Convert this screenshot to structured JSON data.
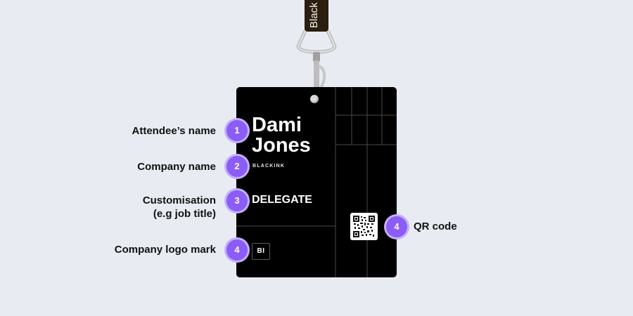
{
  "lanyard": {
    "text": "Black"
  },
  "badge": {
    "name_line1": "Dami",
    "name_line2": "Jones",
    "company": "BLACKINK",
    "role": "DELEGATE",
    "logo": "BI"
  },
  "callouts": [
    {
      "number": "1",
      "label_line1": "Attendee’s name",
      "label_line2": ""
    },
    {
      "number": "2",
      "label_line1": "Company name",
      "label_line2": ""
    },
    {
      "number": "3",
      "label_line1": "Customisation",
      "label_line2": "(e.g job title)"
    },
    {
      "number": "4",
      "label_line1": "Company logo mark",
      "label_line2": ""
    },
    {
      "number": "4",
      "label_line1": "QR code",
      "label_line2": ""
    }
  ],
  "colors": {
    "background": "#e8ebf2",
    "badge": "#000000",
    "callout": "#8b5cf6",
    "lanyard": "#2b1e0e"
  }
}
